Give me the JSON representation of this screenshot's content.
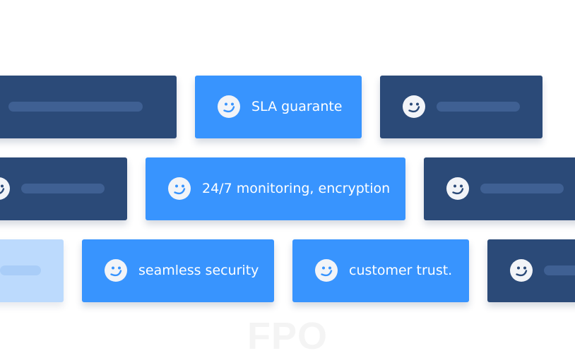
{
  "tiles": {
    "sla": {
      "label": "SLA guarante"
    },
    "monitoring": {
      "label": "24/7 monitoring, encryption"
    },
    "security": {
      "label": "seamless security"
    },
    "trust": {
      "label": "customer trust."
    }
  },
  "icon": "smiley-icon",
  "colors": {
    "dark_tile": "#2b4a78",
    "bright_tile": "#3894fe",
    "pale_tile": "#bcdafd",
    "placeholder_bar": "#3f6093",
    "icon_fill": "#f2f4f8"
  },
  "watermark": {
    "text": "FPO"
  }
}
